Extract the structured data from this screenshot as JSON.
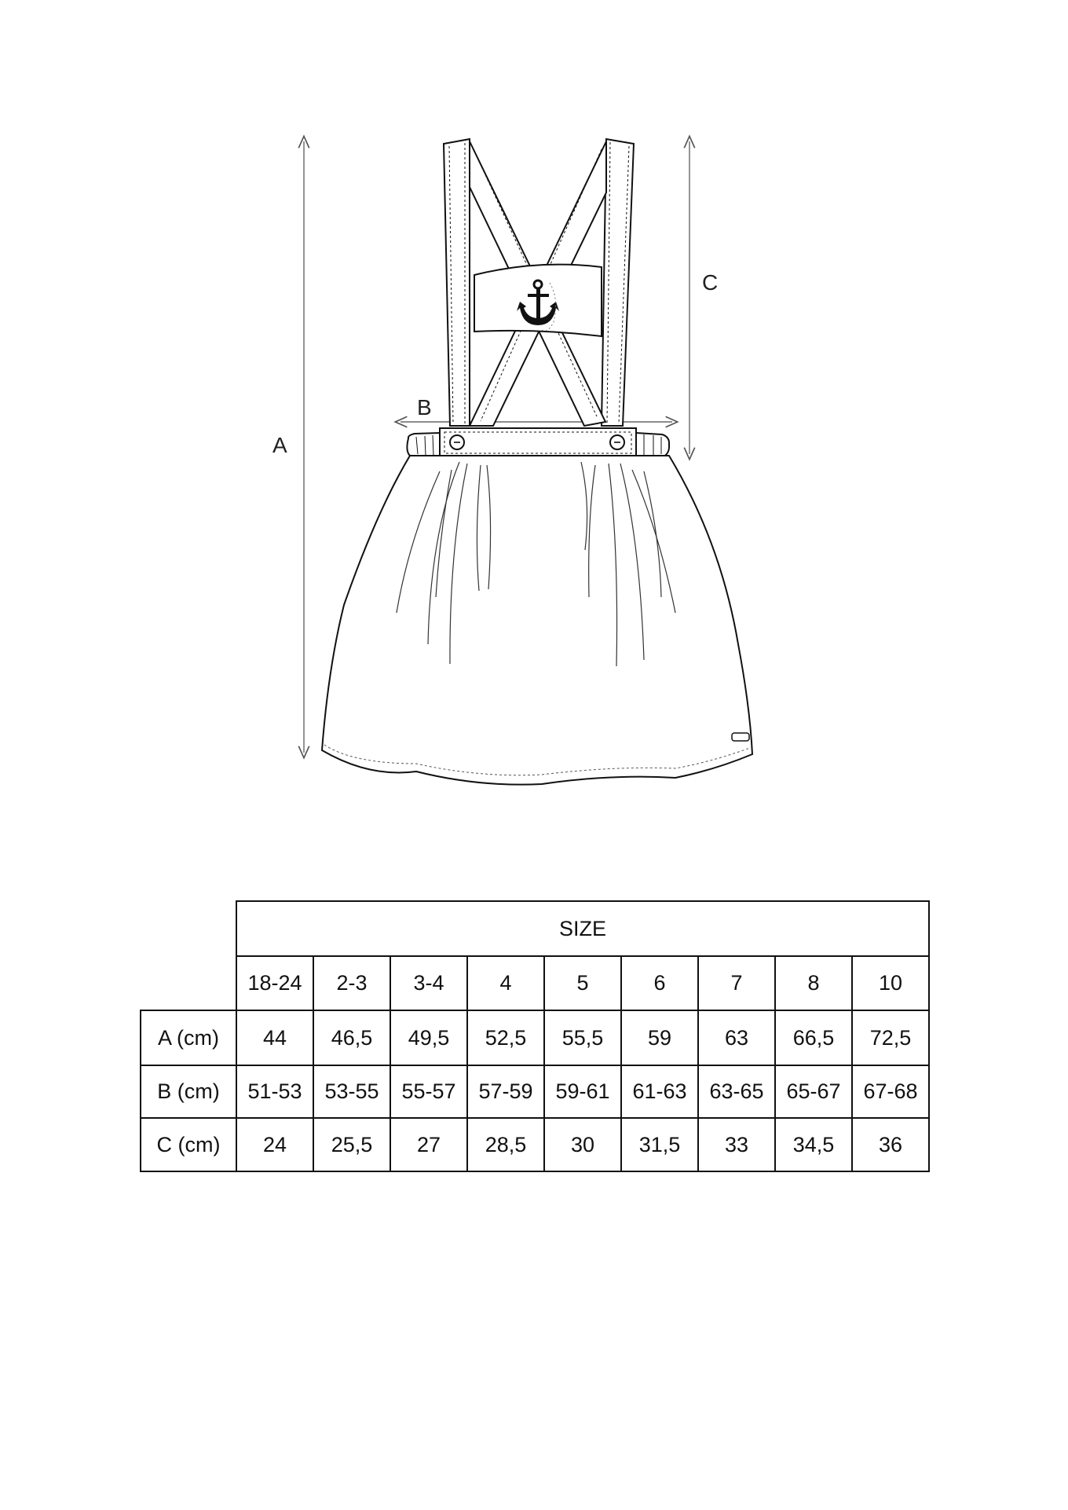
{
  "diagram": {
    "dimension_labels": {
      "a": "A",
      "b": "B",
      "c": "C"
    },
    "garment": "pinafore-skirt-with-cross-straps",
    "embroidery_icon": "anchor-icon"
  },
  "size_table": {
    "header": "SIZE",
    "sizes": [
      "18-24",
      "2-3",
      "3-4",
      "4",
      "5",
      "6",
      "7",
      "8",
      "10"
    ],
    "rows": [
      {
        "label": "A (cm)",
        "values": [
          "44",
          "46,5",
          "49,5",
          "52,5",
          "55,5",
          "59",
          "63",
          "66,5",
          "72,5"
        ]
      },
      {
        "label": "B (cm)",
        "values": [
          "51-53",
          "53-55",
          "55-57",
          "57-59",
          "59-61",
          "61-63",
          "63-65",
          "65-67",
          "67-68"
        ]
      },
      {
        "label": "C (cm)",
        "values": [
          "24",
          "25,5",
          "27",
          "28,5",
          "30",
          "31,5",
          "33",
          "34,5",
          "36"
        ]
      }
    ]
  }
}
